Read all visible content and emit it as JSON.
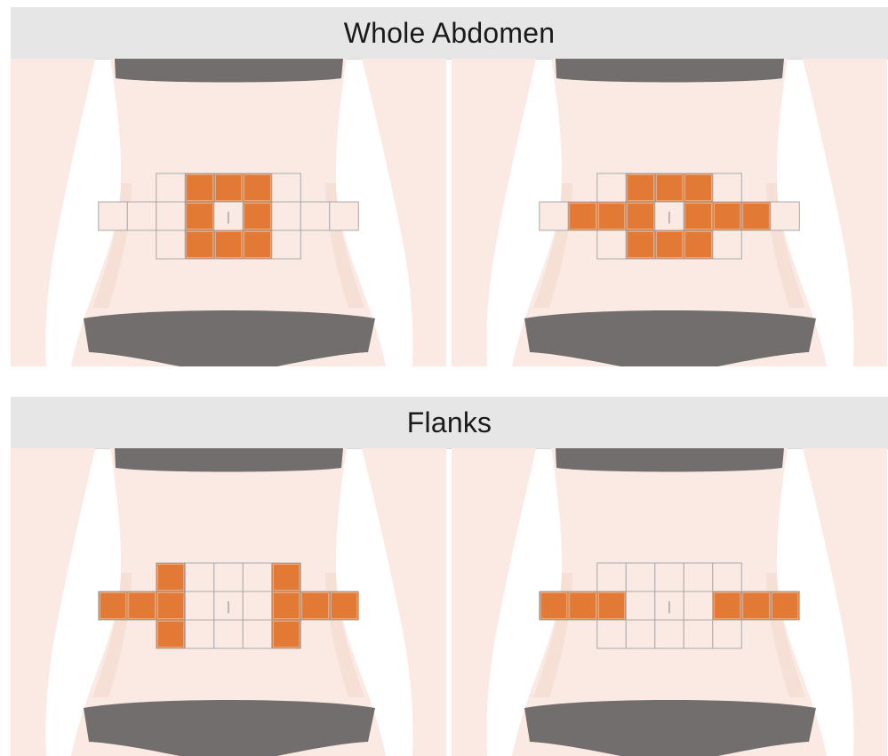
{
  "sections": [
    {
      "title": "Whole Abdomen",
      "panels": [
        {
          "pattern": "ring"
        },
        {
          "pattern": "ring-plus-sides"
        }
      ]
    },
    {
      "title": "Flanks",
      "panels": [
        {
          "pattern": "flank-cross"
        },
        {
          "pattern": "flank-line"
        }
      ]
    }
  ],
  "colors": {
    "skin": "#faeae3",
    "skin_shadow": "#f6dfd5",
    "garment": "#716e6d",
    "pad": "#e27934",
    "grid_line": "#a9a9a9",
    "header": "#e6e6e6",
    "background": "#ffffff"
  },
  "navel_symbol": "|"
}
